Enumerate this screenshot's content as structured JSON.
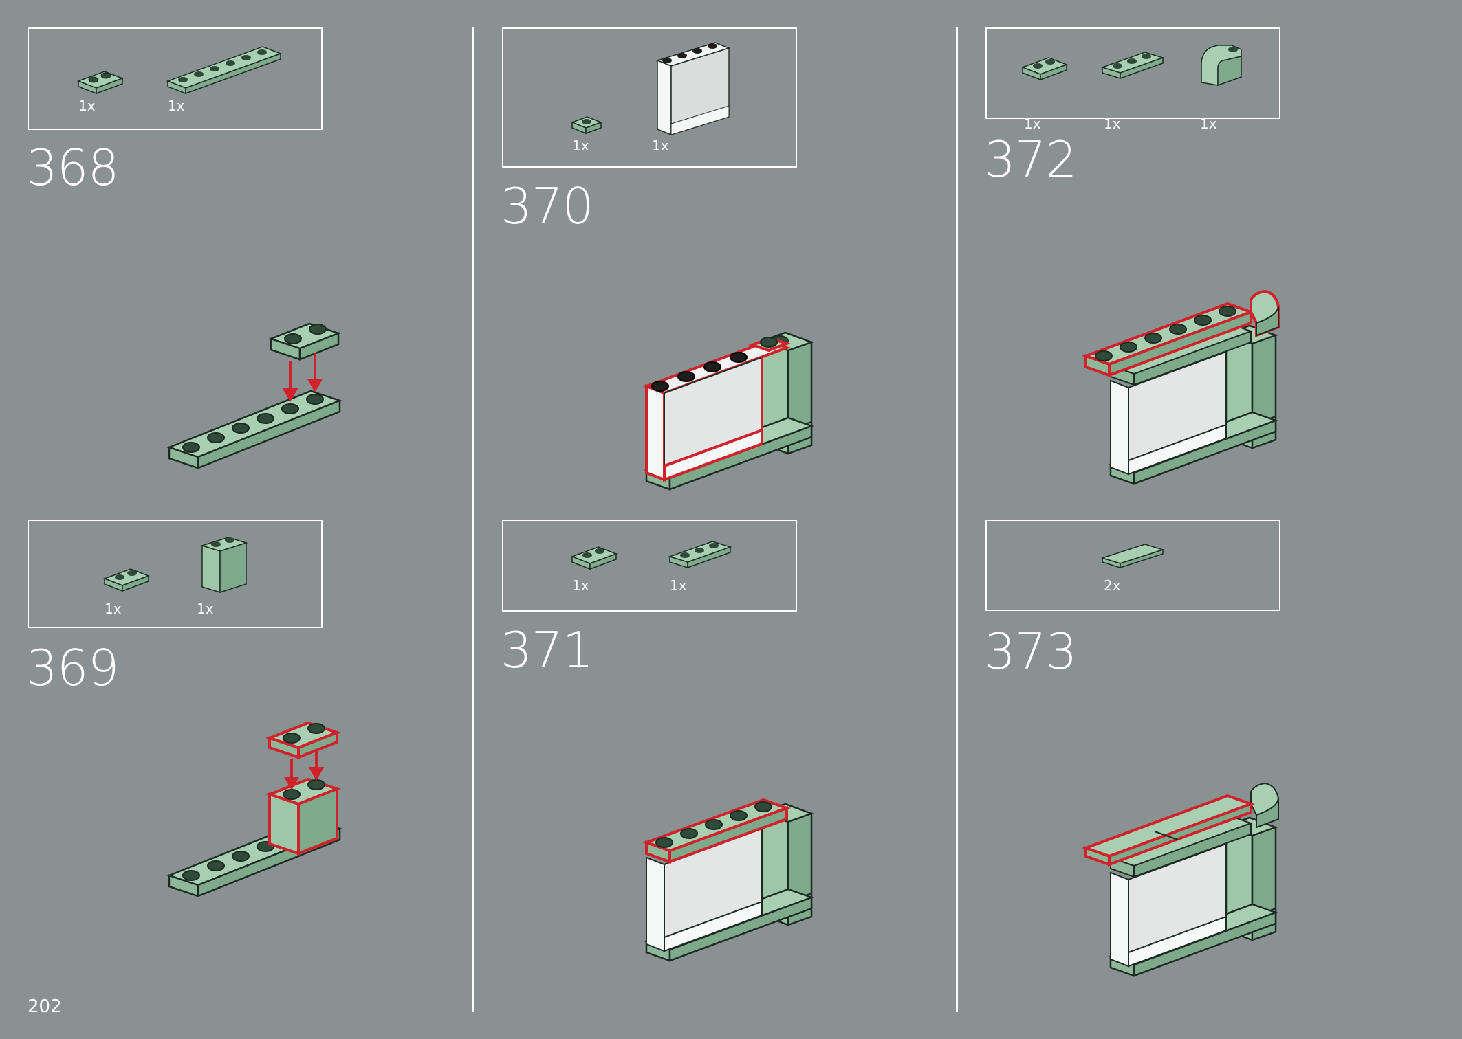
{
  "page": {
    "number": "202"
  },
  "colors": {
    "background": "#8a9192",
    "brick_green": "#9ec6a8",
    "brick_green_dark": "#7fa98b",
    "outline": "#1d2b22",
    "highlight_red": "#d0222a",
    "panel_clear": "#e8eaea"
  },
  "steps": [
    {
      "number": "368",
      "parts": [
        {
          "icon": "plate-1x2-sand-green",
          "qty": "1x"
        },
        {
          "icon": "plate-1x6-sand-green",
          "qty": "1x"
        }
      ]
    },
    {
      "number": "369",
      "parts": [
        {
          "icon": "plate-1x2-sand-green",
          "qty": "1x"
        },
        {
          "icon": "brick-1x2x2-sand-green",
          "qty": "1x"
        }
      ]
    },
    {
      "number": "370",
      "parts": [
        {
          "icon": "plate-1x1-sand-green",
          "qty": "1x"
        },
        {
          "icon": "panel-1x4x3-trans-clear",
          "qty": "1x"
        }
      ]
    },
    {
      "number": "371",
      "parts": [
        {
          "icon": "plate-1x2-sand-green",
          "qty": "1x"
        },
        {
          "icon": "plate-1x3-sand-green",
          "qty": "1x"
        }
      ]
    },
    {
      "number": "372",
      "parts": [
        {
          "icon": "plate-1x2-sand-green",
          "qty": "1x"
        },
        {
          "icon": "plate-1x3-sand-green",
          "qty": "1x"
        },
        {
          "icon": "curved-brick-sand-green",
          "qty": "1x"
        }
      ]
    },
    {
      "number": "373",
      "parts": [
        {
          "icon": "tile-1x4-sand-green",
          "qty": "2x"
        }
      ]
    }
  ]
}
